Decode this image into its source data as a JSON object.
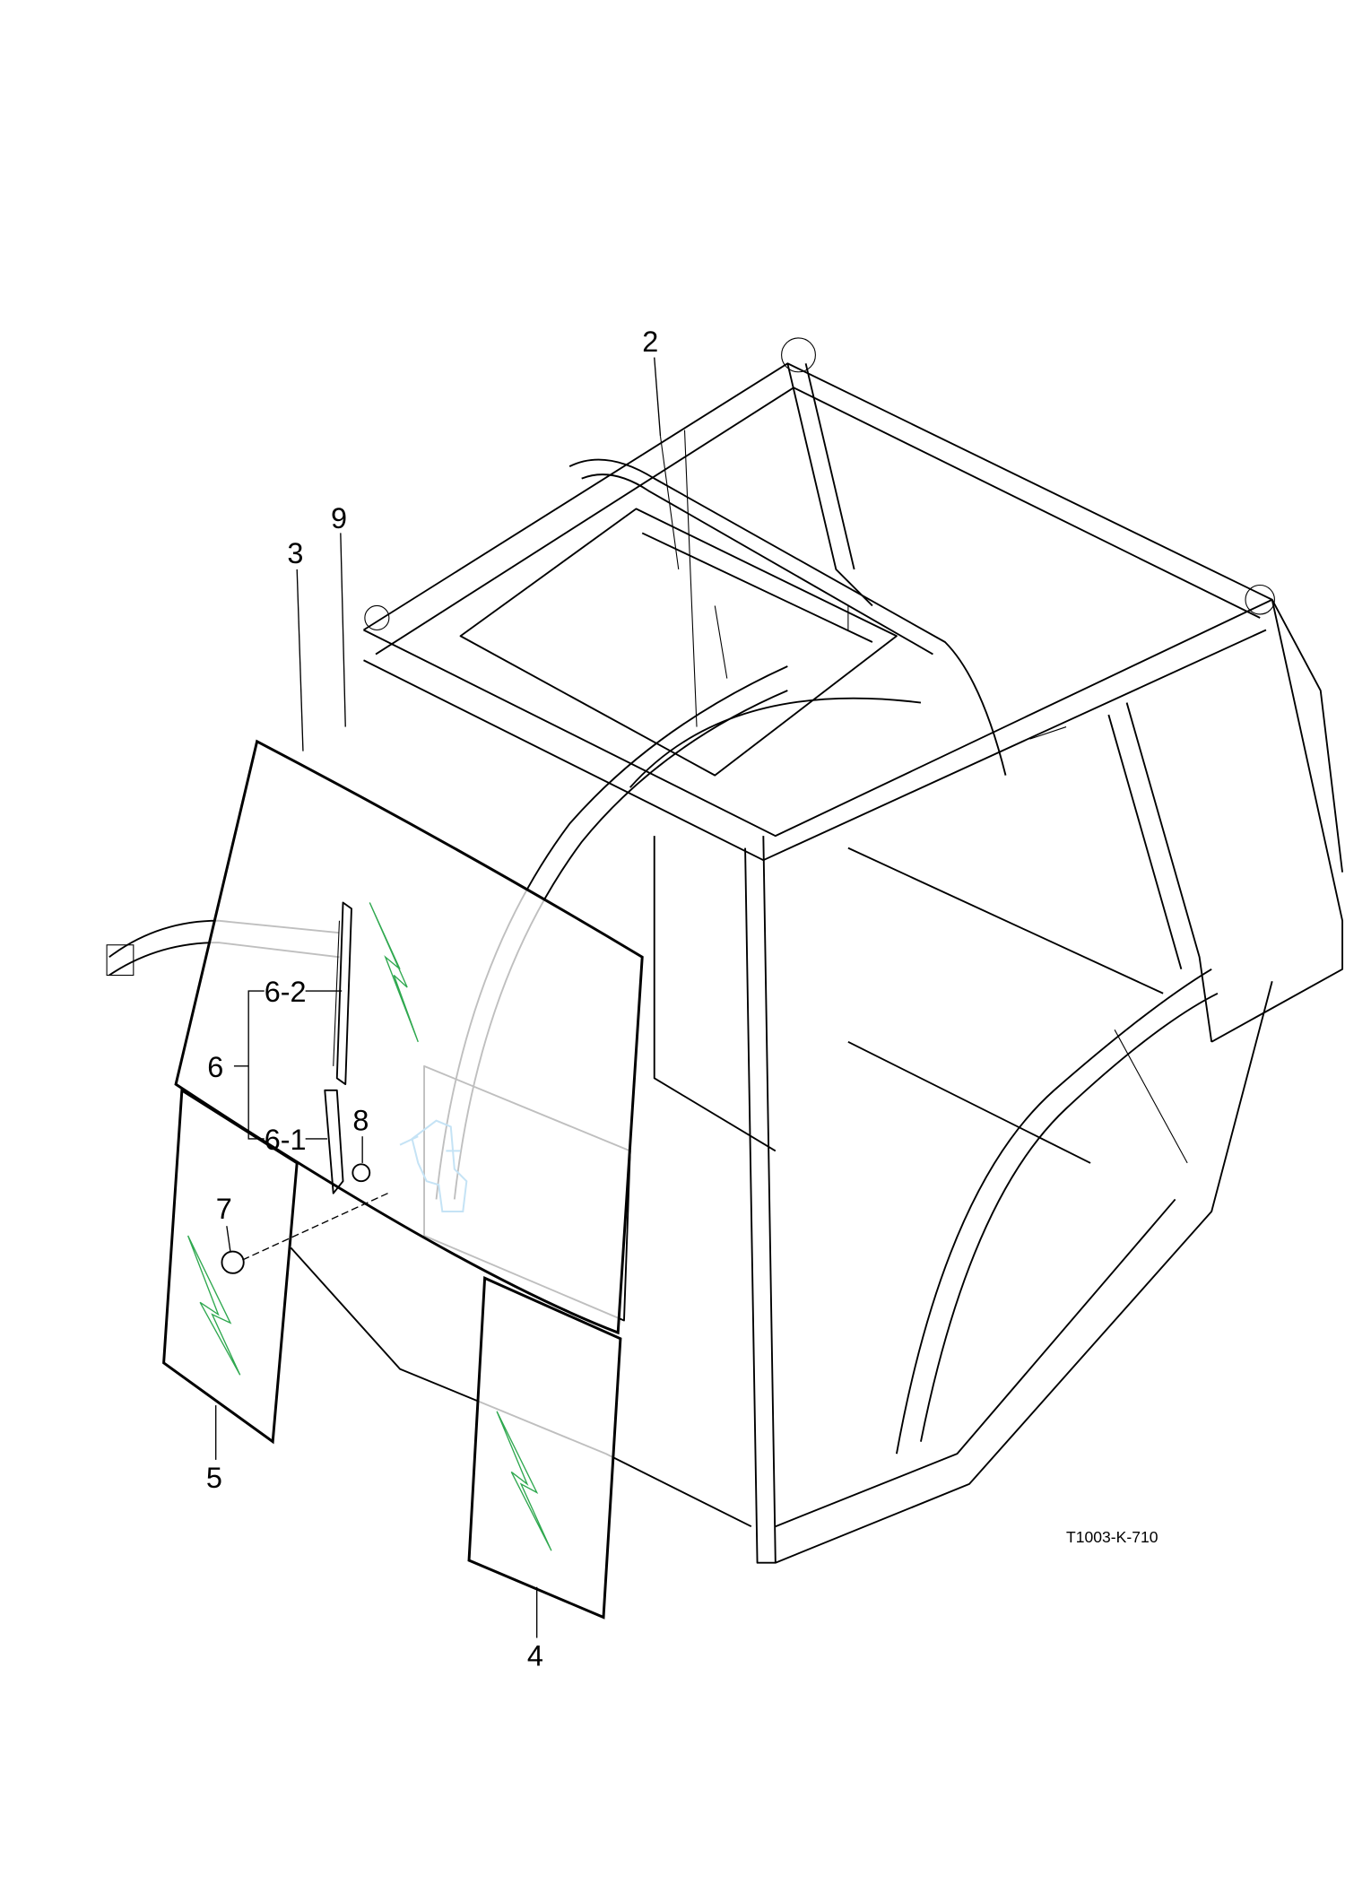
{
  "diagram": {
    "drawing_code": "T1003-K-710",
    "callouts": [
      "2",
      "9",
      "3",
      "6-2",
      "6",
      "6-1",
      "8",
      "7",
      "5",
      "4"
    ],
    "colors": {
      "glass_mark": "#2fa84f",
      "highlight_part": "#1a8fd8",
      "line": "#000000"
    }
  }
}
